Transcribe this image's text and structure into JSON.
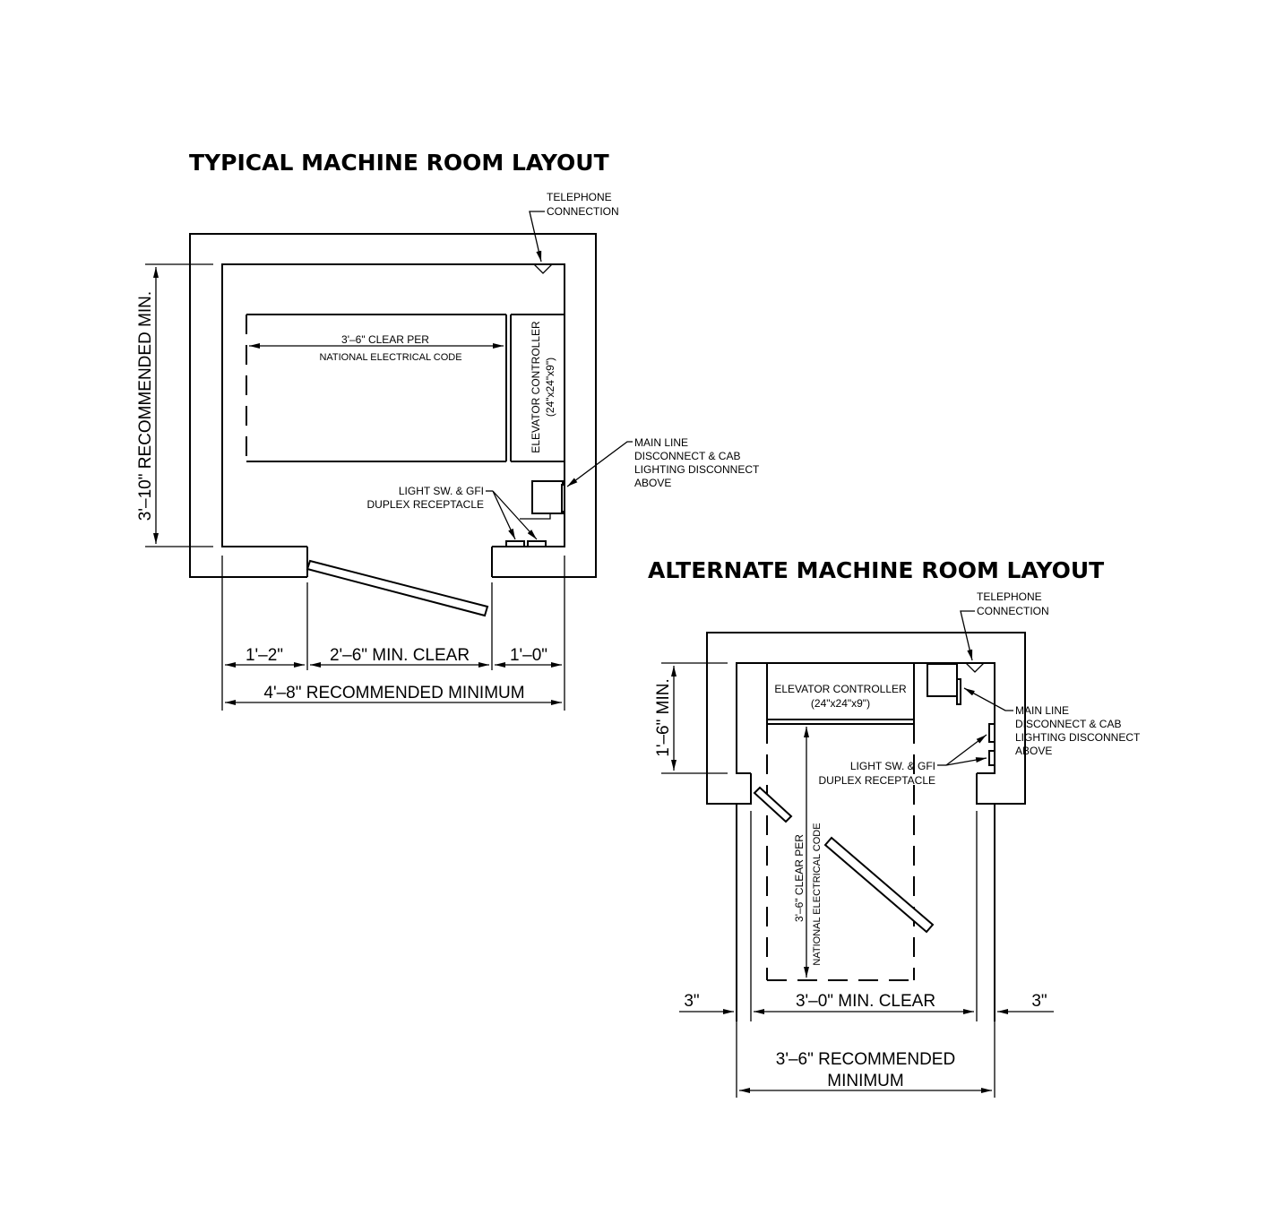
{
  "typical": {
    "title": "TYPICAL MACHINE ROOM LAYOUT",
    "telephone": [
      "TELEPHONE",
      "CONNECTION"
    ],
    "clear_per": [
      "3'–6\" CLEAR PER",
      "NATIONAL ELECTRICAL CODE"
    ],
    "controller": [
      "ELEVATOR CONTROLLER",
      "(24\"x24\"x9\")"
    ],
    "main_line": [
      "MAIN LINE",
      "DISCONNECT & CAB",
      "LIGHTING DISCONNECT",
      "ABOVE"
    ],
    "light_sw": [
      "LIGHT SW. & GFI",
      "DUPLEX RECEPTACLE"
    ],
    "dim_height": "3'–10\" RECOMMENDED MIN.",
    "dim_left": "1'–2\"",
    "dim_door": "2'–6\" MIN. CLEAR",
    "dim_right": "1'–0\"",
    "dim_total": "4'–8\" RECOMMENDED MINIMUM"
  },
  "alternate": {
    "title": "ALTERNATE MACHINE ROOM LAYOUT",
    "telephone": [
      "TELEPHONE",
      "CONNECTION"
    ],
    "controller": [
      "ELEVATOR CONTROLLER",
      "(24\"x24\"x9\")"
    ],
    "main_line": [
      "MAIN LINE",
      "DISCONNECT & CAB",
      "LIGHTING DISCONNECT",
      "ABOVE"
    ],
    "light_sw": [
      "LIGHT SW. & GFI",
      "DUPLEX RECEPTACLE"
    ],
    "clear_per": [
      "3'–6\" CLEAR PER",
      "NATIONAL ELECTRICAL CODE"
    ],
    "dim_height": "1'–6\" MIN.",
    "dim_left": "3\"",
    "dim_door": "3'–0\" MIN. CLEAR",
    "dim_right": "3\"",
    "dim_total": [
      "3'–6\" RECOMMENDED",
      "MINIMUM"
    ]
  }
}
